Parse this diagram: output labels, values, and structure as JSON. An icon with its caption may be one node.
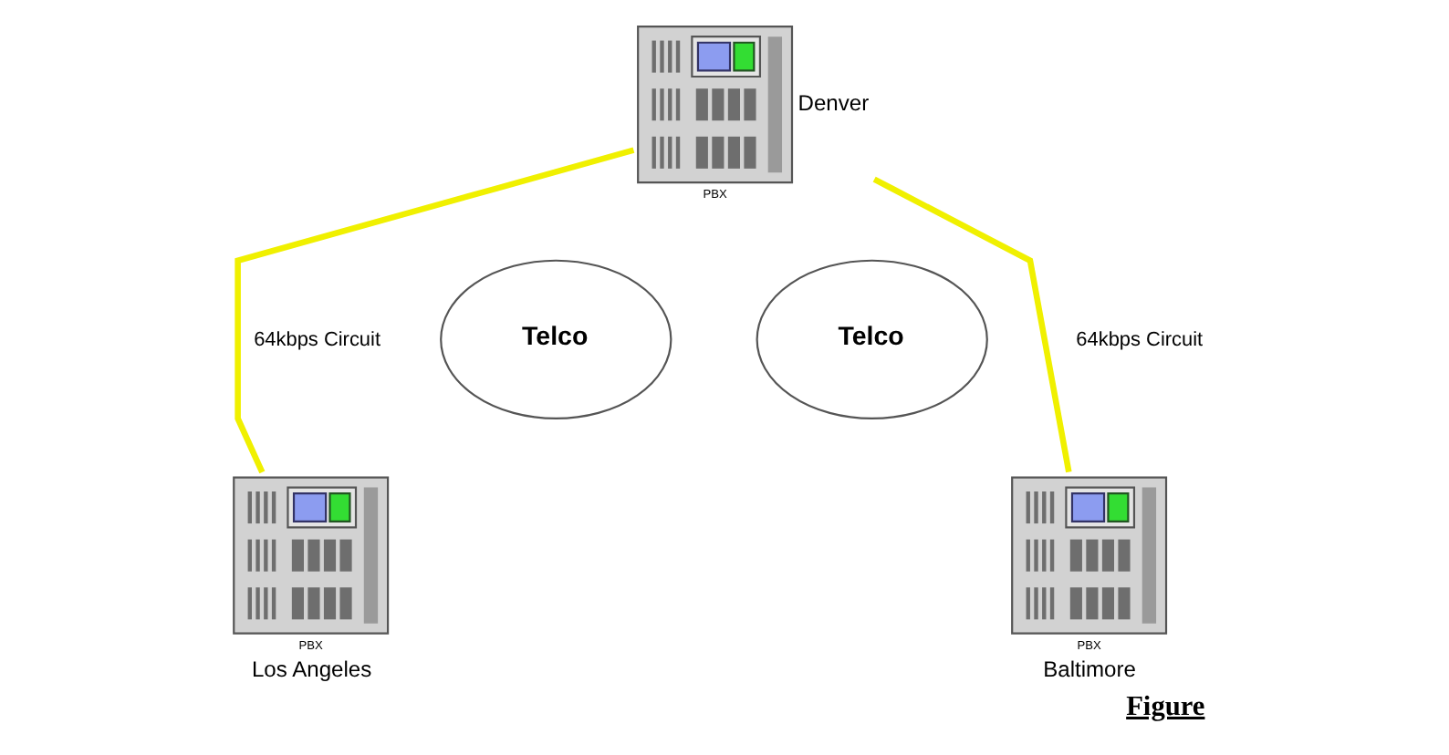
{
  "diagram": {
    "caption": "Figure",
    "nodes": [
      {
        "text": [
          "PBX"
        ],
        "beside": [
          "Denver"
        ]
      },
      {
        "text": [
          "Telco"
        ]
      },
      {
        "text": [
          "Telco"
        ]
      },
      {
        "text": [
          "PBX"
        ],
        "beside": [
          "Los Angeles"
        ]
      },
      {
        "text": [
          "PBX"
        ],
        "beside": [
          "Baltimore"
        ]
      }
    ],
    "edges": [
      {
        "from": 0,
        "to": 3,
        "arrow": "none",
        "label": "64kbps Circuit",
        "color": "#f0f000"
      },
      {
        "from": 0,
        "to": 4,
        "arrow": "none",
        "label": "64kbps Circuit",
        "color": "#f0f000"
      }
    ]
  }
}
